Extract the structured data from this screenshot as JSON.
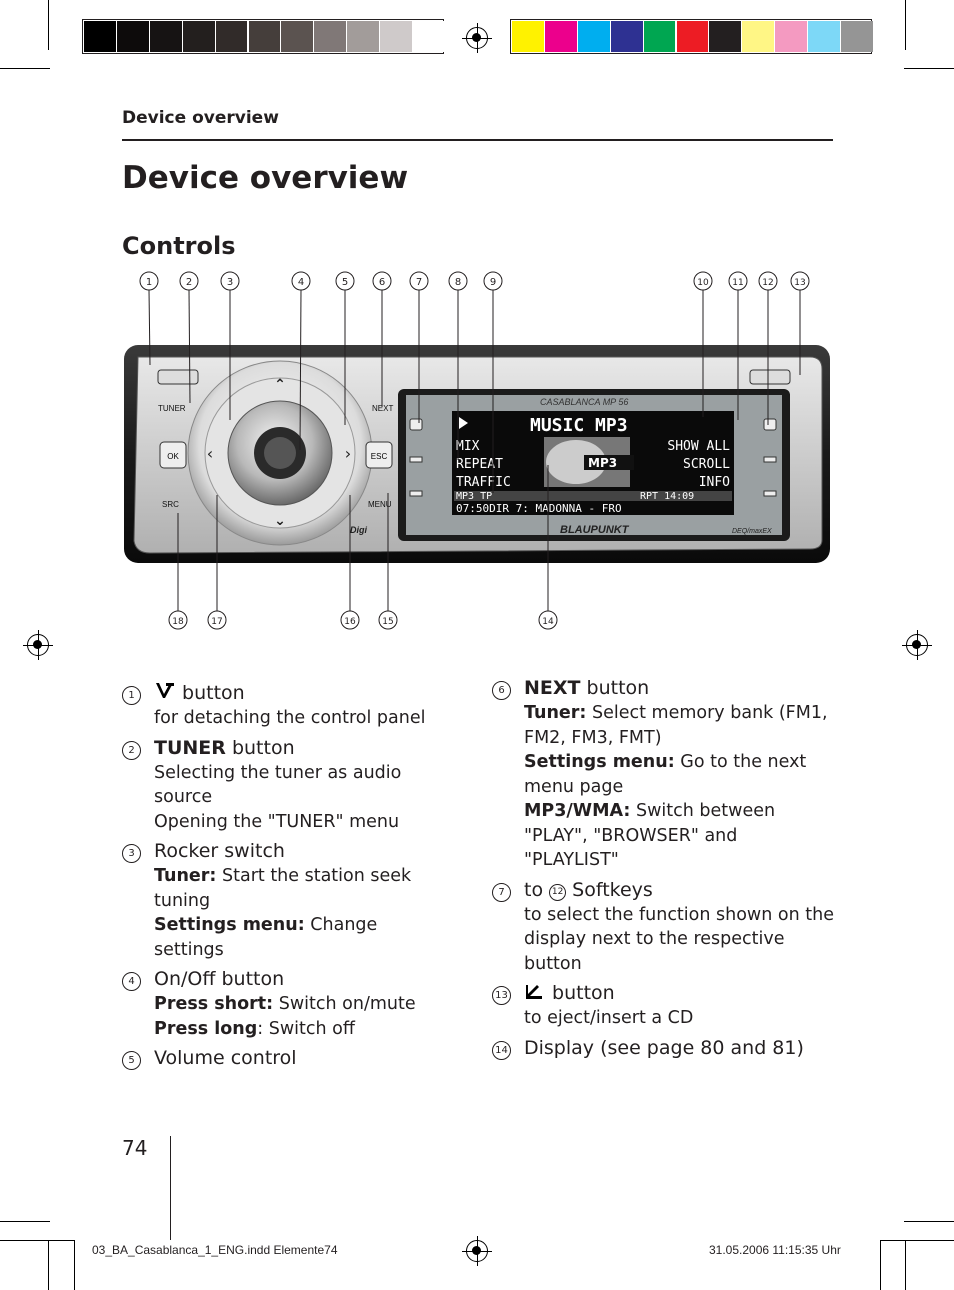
{
  "header": {
    "section": "Device overview"
  },
  "page_title": "Device overview",
  "subtitle": "Controls",
  "colors": {
    "gray_swatches": [
      "#000000",
      "#0d0b0b",
      "#161313",
      "#231f1e",
      "#312b29",
      "#453e3b",
      "#5b5350",
      "#807877",
      "#a29c9a",
      "#cfcaca",
      "#ffffff"
    ],
    "color_swatches": [
      "#fff200",
      "#ec008c",
      "#00aeef",
      "#2e3192",
      "#00a651",
      "#ed1c24",
      "#231f20",
      "#fff685",
      "#f49ac1",
      "#7dd8f7",
      "#959595"
    ]
  },
  "device": {
    "labels": {
      "tuner": "TUNER",
      "next": "NEXT",
      "ok": "OK",
      "esc": "ESC",
      "src": "SRC",
      "menu": "MENU"
    },
    "display": {
      "model": "CASABLANCA  MP 56",
      "title": "MUSIC MP3",
      "left_items": [
        "MIX",
        "REPEAT",
        "TRAFFIC"
      ],
      "right_items": [
        "SHOW ALL",
        "SCROLL",
        "INFO"
      ],
      "disc_label": "MP3",
      "status_left": "MP3 TP",
      "status_right": "RPT 14:09",
      "bottom_line": "07:50DIR  7:  MADONNA - FRO"
    },
    "brand": "BLAUPUNKT",
    "badge": "DEQ/maxEX",
    "digi": "Digi"
  },
  "callouts_top": [
    "1",
    "2",
    "3",
    "4",
    "5",
    "6",
    "7",
    "8",
    "9",
    "10",
    "11",
    "12",
    "13"
  ],
  "callouts_bottom": [
    "18",
    "17",
    "16",
    "15",
    "14"
  ],
  "left_column": [
    {
      "n": "1",
      "icon": "detach-panel-icon",
      "heading_rest": " button",
      "lines": [
        "for detaching the control panel"
      ]
    },
    {
      "n": "2",
      "heading_bold": "TUNER",
      "heading_rest": " button",
      "lines": [
        "Selecting the tuner as audio source",
        "Opening the \"TUNER\" menu"
      ]
    },
    {
      "n": "3",
      "heading_rest": "Rocker switch",
      "bold_lines": [
        {
          "b": "Tuner:",
          "t": " Start the station seek tuning"
        },
        {
          "b": "Settings menu:",
          "t": " Change settings"
        }
      ]
    },
    {
      "n": "4",
      "heading_rest": "On/Off button",
      "bold_lines": [
        {
          "b": "Press short:",
          "t": " Switch on/mute"
        },
        {
          "b": "Press long",
          "t": ": Switch off"
        }
      ]
    },
    {
      "n": "5",
      "heading_rest": "Volume control"
    }
  ],
  "right_column": [
    {
      "n": "6",
      "heading_bold": "NEXT",
      "heading_rest": " button",
      "bold_lines": [
        {
          "b": "Tuner:",
          "t": " Select memory bank (FM1, FM2, FM3, FMT)"
        },
        {
          "b": "Settings menu:",
          "t": " Go to the next menu page"
        },
        {
          "b": "MP3/WMA:",
          "t": " Switch between \"PLAY\", \"BROWSER\" and \"PLAYLIST\""
        }
      ]
    },
    {
      "n": "7",
      "heading_pre": "to ",
      "n2": "12",
      "heading_rest": " Softkeys",
      "lines": [
        "to select the function shown on the display next to the respective button"
      ]
    },
    {
      "n": "13",
      "icon": "eject-icon",
      "heading_rest": " button",
      "lines": [
        "to eject/insert a CD"
      ]
    },
    {
      "n": "14",
      "heading_rest": "Display (see page 80 and 81)"
    }
  ],
  "page_number": "74",
  "footer": {
    "file": "03_BA_Casablanca_1_ENG.indd   Elemente74",
    "timestamp": "31.05.2006   11:15:35 Uhr"
  }
}
